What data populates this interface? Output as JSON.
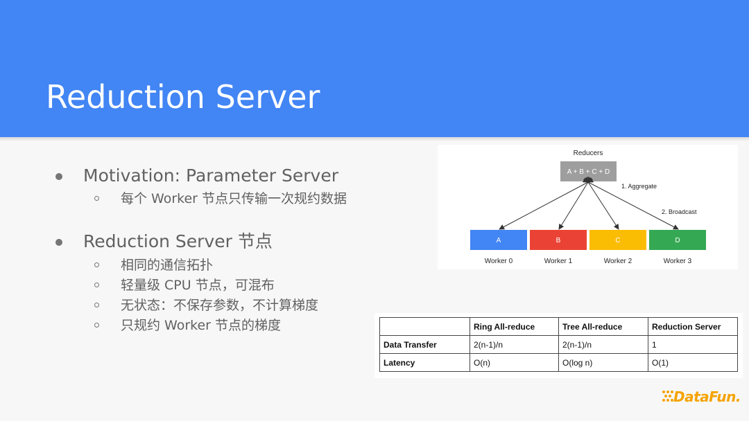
{
  "slide": {
    "title": "Reduction Server"
  },
  "bullets": [
    {
      "text": "Motivation: Parameter Server",
      "children": [
        "每个 Worker 节点只传输一次规约数据"
      ]
    },
    {
      "text": "Reduction Server 节点",
      "children": [
        "相同的通信拓扑",
        "轻量级 CPU 节点，可混布",
        "无状态：不保存参数，不计算梯度",
        "只规约 Worker 节点的梯度"
      ]
    }
  ],
  "diagram": {
    "reducers_label": "Reducers",
    "aggregate_box": "A + B + C + D",
    "step1": "1. Aggregate",
    "step2": "2. Broadcast",
    "workers": [
      {
        "block": "A",
        "label": "Worker 0",
        "color": "#4285f4"
      },
      {
        "block": "B",
        "label": "Worker 1",
        "color": "#ea4335"
      },
      {
        "block": "C",
        "label": "Worker 2",
        "color": "#fbbc04"
      },
      {
        "block": "D",
        "label": "Worker 3",
        "color": "#34a853"
      }
    ],
    "box_color": "#9e9e9e"
  },
  "table": {
    "headers": [
      "",
      "Ring All-reduce",
      "Tree All-reduce",
      "Reduction Server"
    ],
    "rows": [
      [
        "Data Transfer",
        "2(n-1)/n",
        "2(n-1)/n",
        "1"
      ],
      [
        "Latency",
        "O(n)",
        "O(log n)",
        "O(1)"
      ]
    ]
  },
  "logo": {
    "text": "DataFun.",
    "color": "#f5a300"
  },
  "colors": {
    "header": "#4285f4",
    "background": "#f7f7f7",
    "bullet_text": "#616161"
  }
}
